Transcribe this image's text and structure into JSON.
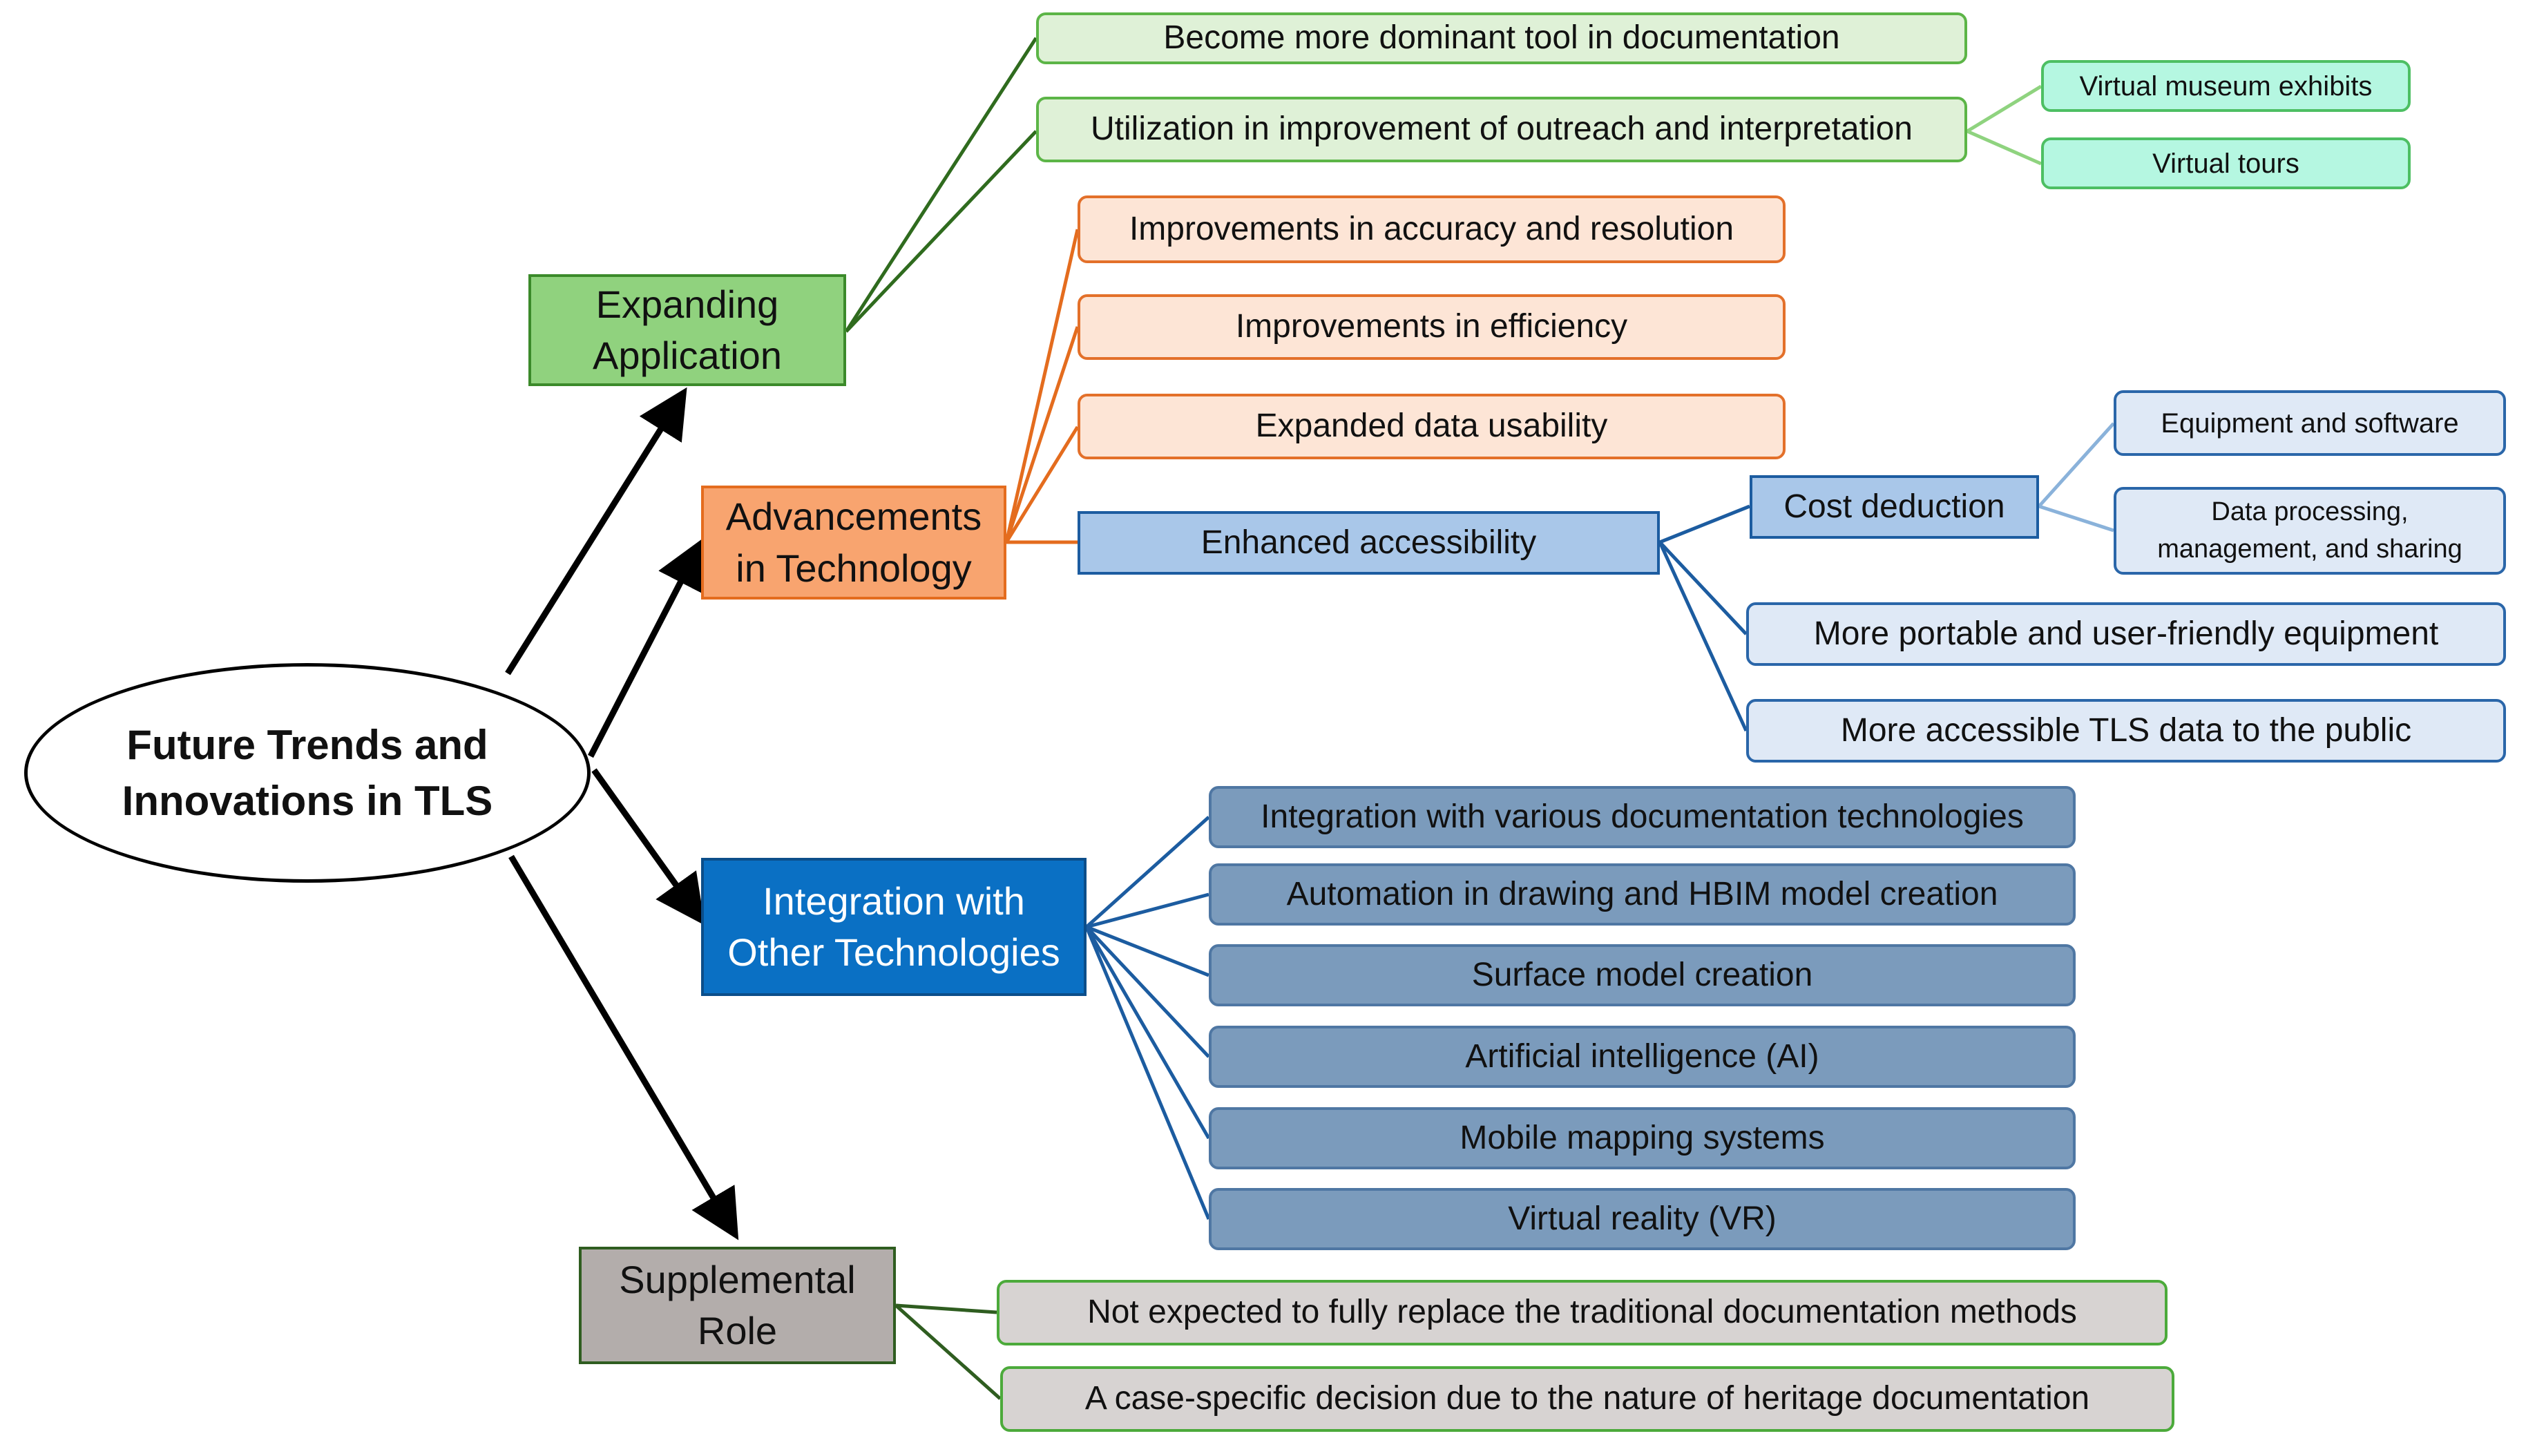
{
  "root": {
    "label": "Future Trends and\nInnovations in TLS"
  },
  "branches": {
    "expanding": {
      "label": "Expanding\nApplication",
      "items": [
        "Become more dominant tool in documentation",
        "Utilization in improvement of outreach and interpretation"
      ],
      "outreach_items": [
        "Virtual museum exhibits",
        "Virtual tours"
      ]
    },
    "advancements": {
      "label": "Advancements\nin Technology",
      "items": [
        "Improvements in accuracy and resolution",
        "Improvements in efficiency",
        "Expanded data usability",
        "Enhanced accessibility"
      ],
      "accessibility_items": [
        "Cost deduction",
        "More portable and user-friendly equipment",
        "More accessible TLS data to the public"
      ],
      "cost_items": [
        "Equipment and software",
        "Data processing,\nmanagement, and sharing"
      ]
    },
    "integration": {
      "label": "Integration with\nOther Technologies",
      "items": [
        "Integration with various documentation technologies",
        "Automation in drawing and HBIM model creation",
        "Surface model creation",
        "Artificial intelligence (AI)",
        "Mobile mapping systems",
        "Virtual reality (VR)"
      ]
    },
    "supplemental": {
      "label": "Supplemental\nRole",
      "items": [
        "Not expected to fully replace the traditional documentation methods",
        "A case-specific decision due to the nature of heritage documentation"
      ]
    }
  },
  "colors": {
    "green_branch": "#90d27e",
    "orange_branch": "#f8a46f",
    "blue_branch": "#0a70c4",
    "gray_branch": "#b3adab"
  }
}
